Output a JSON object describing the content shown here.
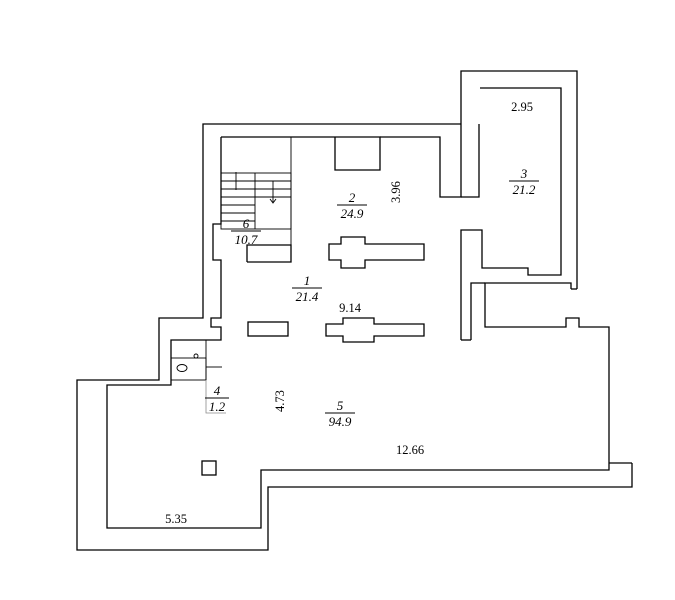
{
  "rooms": [
    {
      "number": "1",
      "area": "21.4"
    },
    {
      "number": "2",
      "area": "24.9"
    },
    {
      "number": "3",
      "area": "21.2"
    },
    {
      "number": "4",
      "area": "1.2"
    },
    {
      "number": "5",
      "area": "94.9"
    },
    {
      "number": "6",
      "area": "10.7"
    }
  ],
  "dimensions": {
    "room3_width": "2.95",
    "room2_depth": "3.96",
    "hall_length": "9.14",
    "hall_width": "4.73",
    "main_length": "12.66",
    "bottom_length": "5.35"
  }
}
